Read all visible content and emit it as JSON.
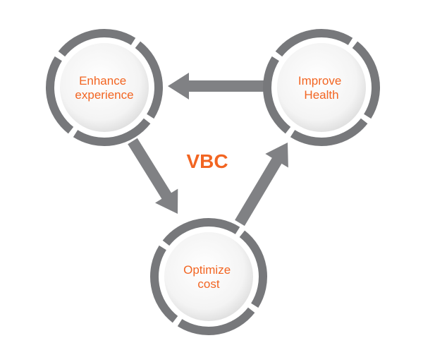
{
  "colors": {
    "accent": "#f26522",
    "ring": "#77787b",
    "arrow": "#808184",
    "disc_center": "#ffffff",
    "disc_edge": "#dcdcdc",
    "background": "#ffffff"
  },
  "diagram": {
    "center_label": "VBC",
    "nodes": [
      {
        "id": "enhance",
        "lines": [
          "Enhance",
          "experience"
        ]
      },
      {
        "id": "improve",
        "lines": [
          "Improve",
          "Health"
        ]
      },
      {
        "id": "optimize",
        "lines": [
          "Optimize",
          "cost"
        ]
      }
    ],
    "edges": [
      {
        "from": "improve",
        "to": "enhance"
      },
      {
        "from": "enhance",
        "to": "optimize"
      },
      {
        "from": "optimize",
        "to": "improve"
      }
    ]
  }
}
